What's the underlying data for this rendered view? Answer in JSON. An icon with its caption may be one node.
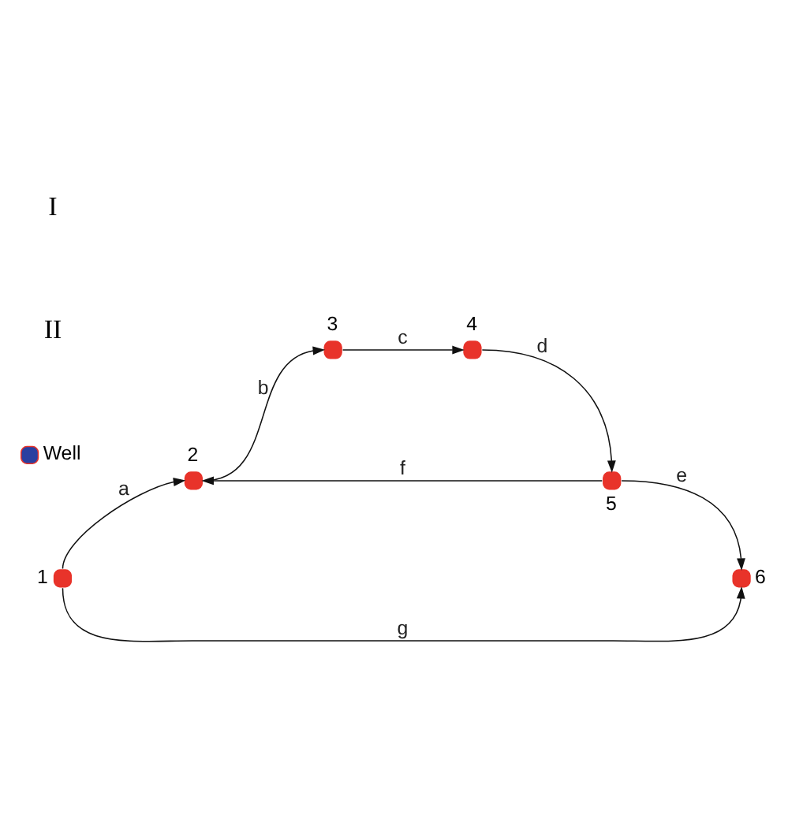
{
  "diagram": {
    "nodes": [
      {
        "text": [],
        "shape": "circle",
        "beside": [
          "1"
        ]
      },
      {
        "text": [],
        "shape": "circle",
        "beside": [
          "2"
        ]
      },
      {
        "text": [],
        "shape": "circle",
        "beside": [
          "3"
        ]
      },
      {
        "text": [],
        "shape": "circle",
        "beside": [
          "4"
        ]
      },
      {
        "text": [],
        "shape": "circle",
        "beside": [
          "5"
        ]
      },
      {
        "text": [],
        "shape": "circle",
        "beside": [
          "6"
        ]
      },
      {
        "text": [],
        "shape": "circle",
        "beside": [
          "Well"
        ]
      }
    ],
    "edges": [
      {
        "from": 0,
        "to": 1,
        "arrow": "to",
        "label": "a"
      },
      {
        "from": 1,
        "to": 2,
        "arrow": "to",
        "label": "b"
      },
      {
        "from": 2,
        "to": 3,
        "arrow": "to",
        "label": "c"
      },
      {
        "from": 3,
        "to": 4,
        "arrow": "to",
        "label": "d"
      },
      {
        "from": 4,
        "to": 5,
        "arrow": "to",
        "label": "e"
      },
      {
        "from": 4,
        "to": 1,
        "arrow": "to",
        "label": "f"
      },
      {
        "from": 0,
        "to": 5,
        "arrow": "to",
        "label": "g"
      }
    ],
    "labels": [
      "II",
      "I"
    ]
  }
}
